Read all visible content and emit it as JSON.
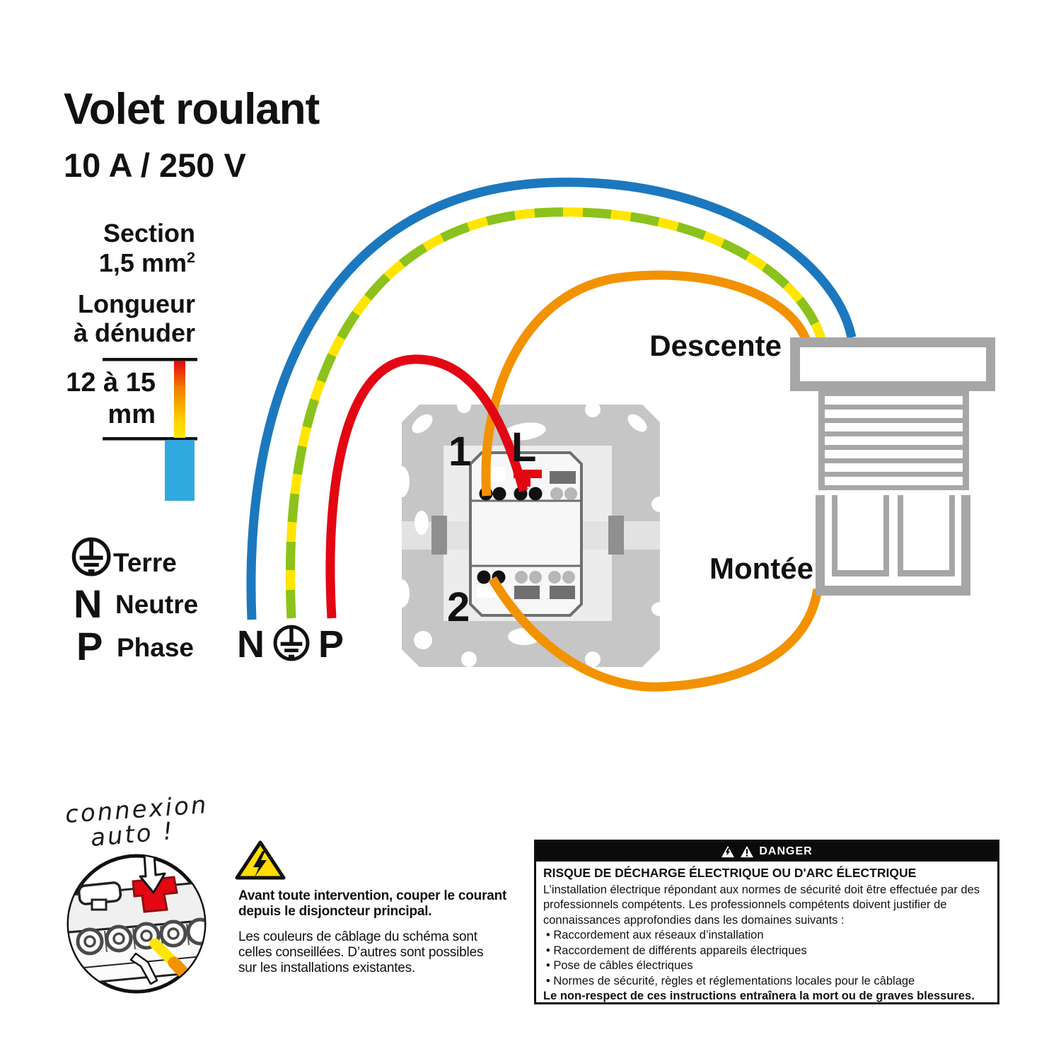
{
  "title": "Volet roulant",
  "subtitle": "10 A / 250 V",
  "specs": {
    "section_label": "Section",
    "section_value": "1,5 mm",
    "section_sup": "2",
    "strip_label_1": "Longueur",
    "strip_label_2": "à dénuder",
    "strip_value_1": "12 à 15",
    "strip_value_2": "mm"
  },
  "legend": {
    "terre": "Terre",
    "neutre_letter": "N",
    "neutre": "Neutre",
    "phase_letter": "P",
    "phase": "Phase"
  },
  "wire_labels": {
    "n": "N",
    "p": "P"
  },
  "diagram": {
    "terminal_1": "1",
    "terminal_l": "L",
    "terminal_2": "2",
    "descente": "Descente",
    "montee": "Montée"
  },
  "annotations": {
    "connexion_line1": "connexion",
    "connexion_line2": "auto !",
    "warning_bold": "Avant toute intervention, couper le courant\ndepuis le disjoncteur principal.",
    "warning_text": "Les couleurs de câblage du schéma sont\ncelles conseillées. D’autres sont possibles\nsur les installations existantes."
  },
  "danger": {
    "header": "DANGER",
    "title": "RISQUE DE DÉCHARGE ÉLECTRIQUE OU D'ARC ÉLECTRIQUE",
    "intro": "L’installation électrique répondant aux normes de sécurité doit être effectuée par des\nprofessionnels compétents. Les professionnels compétents doivent justifier de\nconnaissances approfondies dans les domaines suivants :",
    "bullets": [
      "Raccordement aux réseaux d’installation",
      "Raccordement de différents appareils électriques",
      "Pose de câbles électriques",
      "Normes de sécurité, règles et réglementations locales pour le câblage"
    ],
    "footer": "Le non-respect de ces instructions entraînera la mort ou de graves blessures."
  },
  "colors": {
    "wire-blue": "#1c78be",
    "wire-green": "#8bc21d",
    "wire-yellow": "#ffe500",
    "wire-red": "#e30613",
    "wire-orange": "#f39200",
    "ins-blue": "#31a8e0",
    "gray-shutter": "#a6a6a6",
    "gray-plate": "#c6c6c6",
    "ink": "#111111"
  }
}
